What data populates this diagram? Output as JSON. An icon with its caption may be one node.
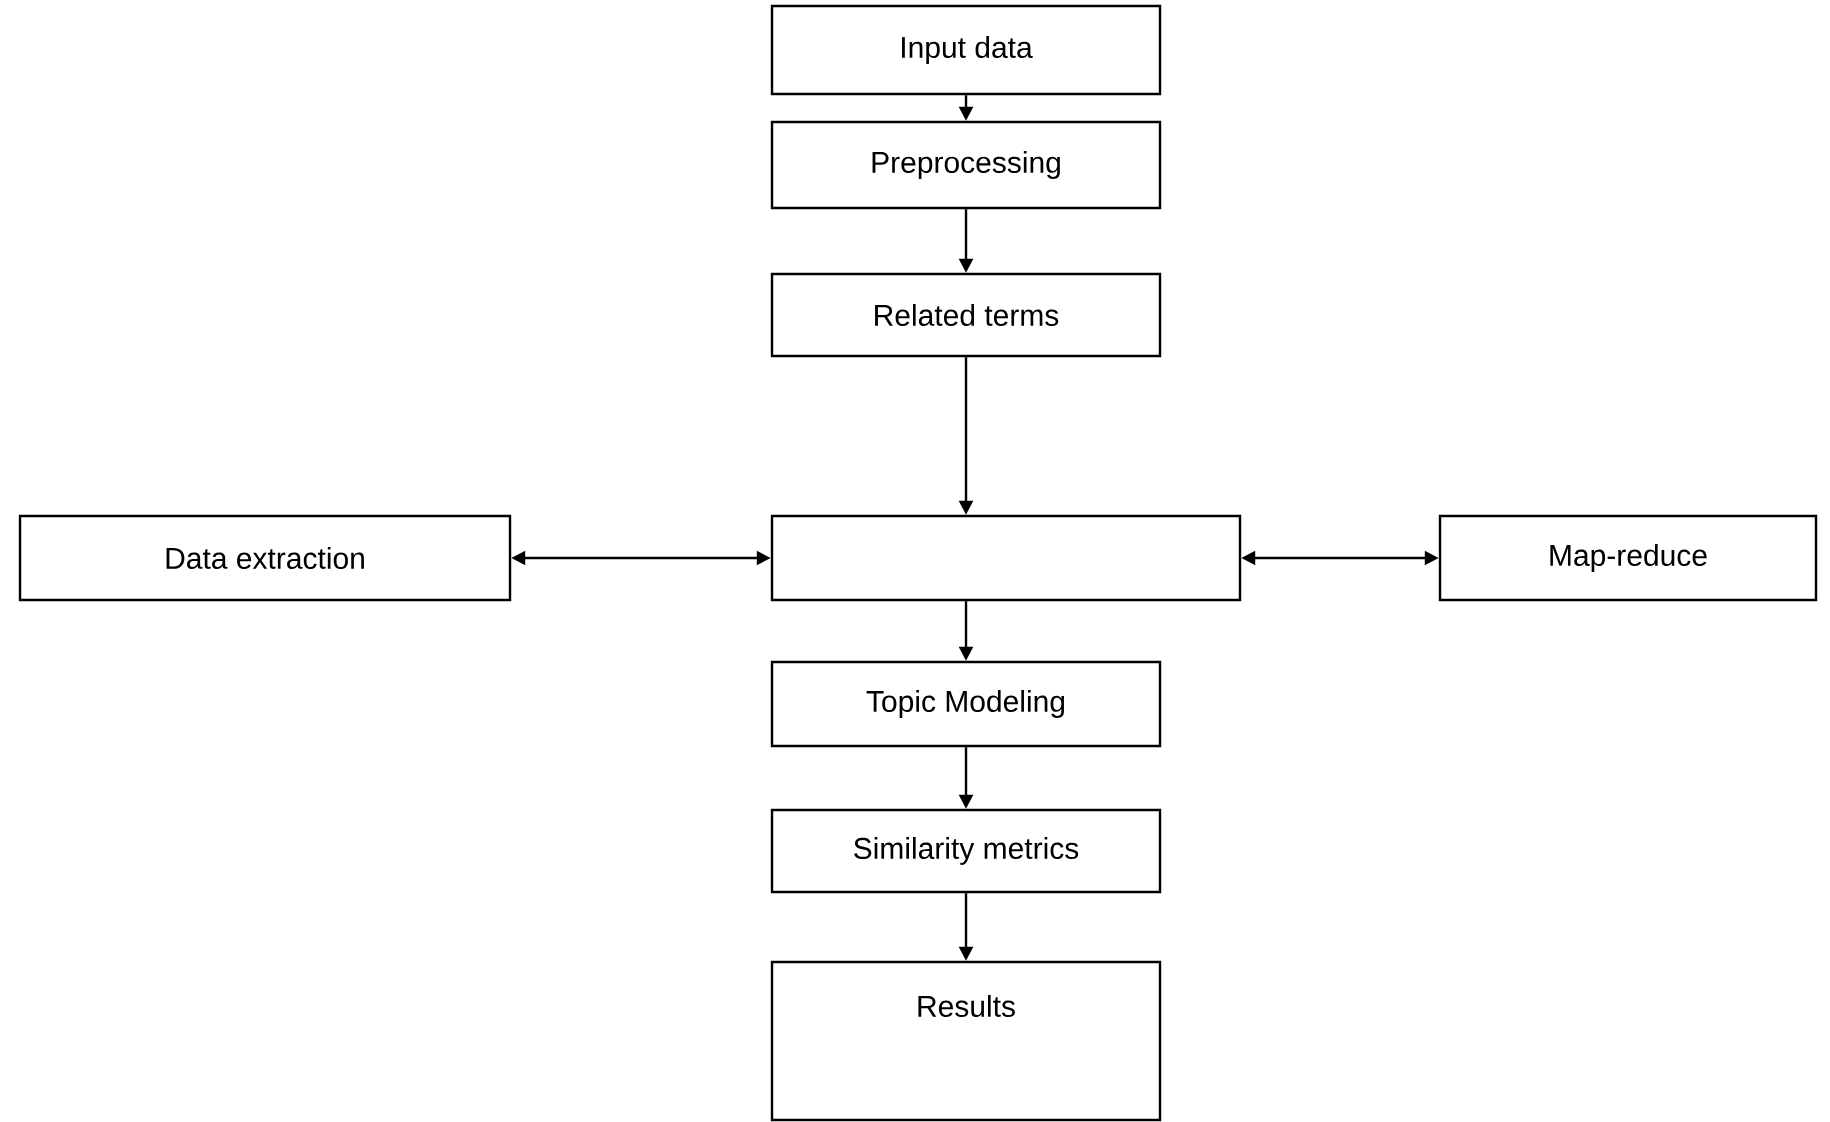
{
  "diagram": {
    "nodes": [
      {
        "text": [
          "Input data"
        ]
      },
      {
        "text": [
          "Preprocessing"
        ]
      },
      {
        "text": [
          "Related terms"
        ]
      },
      {
        "text": [
          "Data extraction"
        ]
      },
      {
        "text": [],
        "shape": "box"
      },
      {
        "text": [
          "Map-reduce"
        ]
      },
      {
        "text": [
          "Topic Modeling"
        ]
      },
      {
        "text": [
          "Similarity metrics"
        ]
      },
      {
        "text": [
          "Results"
        ]
      }
    ],
    "edges": [
      {
        "from": 0,
        "to": 1,
        "arrow": "to"
      },
      {
        "from": 1,
        "to": 2,
        "arrow": "to"
      },
      {
        "from": 2,
        "to": 4,
        "arrow": "to"
      },
      {
        "from": 4,
        "to": 3,
        "arrow": "both"
      },
      {
        "from": 4,
        "to": 5,
        "arrow": "both"
      },
      {
        "from": 4,
        "to": 6,
        "arrow": "to"
      },
      {
        "from": 6,
        "to": 7,
        "arrow": "to"
      },
      {
        "from": 7,
        "to": 8,
        "arrow": "to"
      }
    ]
  }
}
